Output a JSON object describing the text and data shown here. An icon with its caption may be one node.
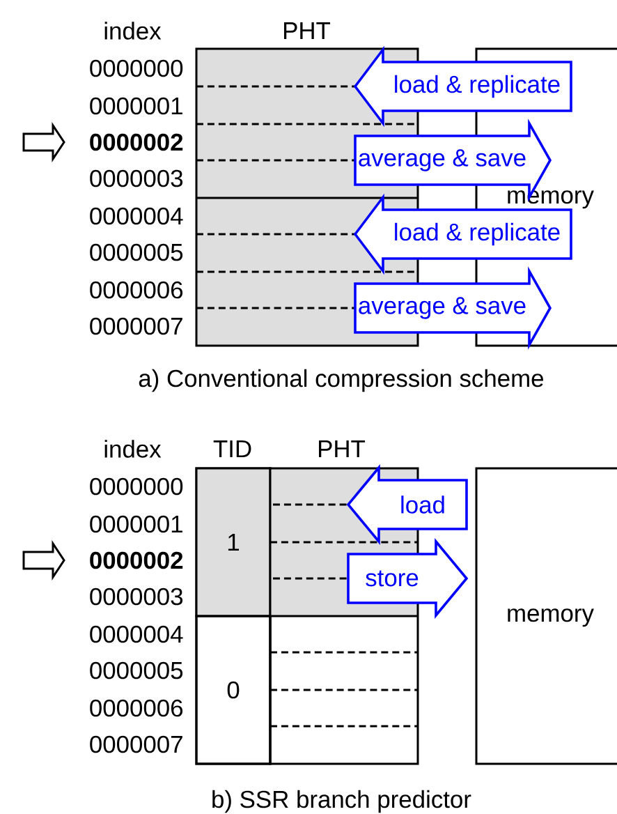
{
  "diagram": {
    "nodes": [
      {
        "text": [
          "PHT"
        ]
      },
      {
        "text": [
          "memory"
        ]
      },
      {
        "text": [
          "TID"
        ]
      },
      {
        "text": [
          "1"
        ],
        "in": 2
      },
      {
        "text": [
          "0"
        ],
        "in": 2
      },
      {
        "text": [
          "PHT"
        ]
      },
      {
        "text": [
          "memory"
        ]
      }
    ],
    "edges": [
      {
        "from": 1,
        "to": 0,
        "arrow": "to",
        "label": "load & replicate",
        "color": "#0000ff"
      },
      {
        "from": 0,
        "to": 1,
        "arrow": "to",
        "label": "average & save",
        "color": "#0000ff"
      },
      {
        "from": 1,
        "to": 0,
        "arrow": "to",
        "label": "load & replicate",
        "color": "#0000ff"
      },
      {
        "from": 0,
        "to": 1,
        "arrow": "to",
        "label": "average & save",
        "color": "#0000ff"
      },
      {
        "from": 6,
        "to": 5,
        "arrow": "to",
        "label": "load",
        "color": "#0000ff"
      },
      {
        "from": 5,
        "to": 6,
        "arrow": "to",
        "label": "store",
        "color": "#0000ff"
      }
    ],
    "labels": [
      "index",
      "0000000",
      "0000001",
      "0000002",
      "0000003",
      "0000004",
      "0000005",
      "0000006",
      "0000007",
      "a) Conventional compression scheme",
      "index",
      "0000000",
      "0000001",
      "0000002",
      "0000003",
      "0000004",
      "0000005",
      "0000006",
      "0000007",
      "b) SSR branch predictor"
    ]
  }
}
